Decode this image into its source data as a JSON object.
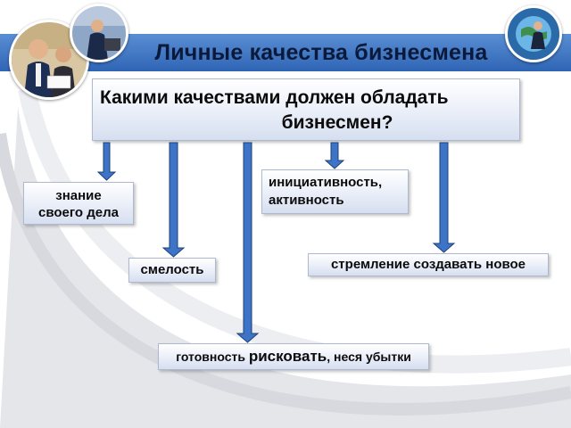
{
  "title": "Личные качества бизнесмена",
  "question": {
    "line1": "Какими качествами должен обладать",
    "line2": "бизнесмен?"
  },
  "qualities": {
    "znanie": {
      "line1": "знание",
      "line2": "своего дела"
    },
    "initiative": {
      "line1": "инициативность,",
      "line2": "активность"
    },
    "courage": "смелость",
    "novelty": "стремление создавать новое",
    "risk": {
      "part1": "готовность ",
      "part2": "рисковать",
      "part3": ", неся убытки"
    }
  },
  "colors": {
    "title_bar": "#3b73c4",
    "arrow_fill": "#3d74c7",
    "arrow_stroke": "#1f3f78",
    "box_border": "#aeb9cf"
  }
}
